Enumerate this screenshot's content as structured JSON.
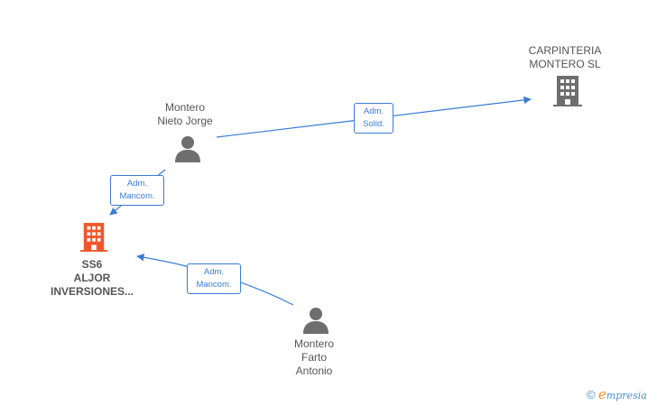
{
  "nodes": {
    "carpinteria": {
      "line1": "CARPINTERIA",
      "line2": "MONTERO SL",
      "type": "company",
      "color": "#6e6e6e"
    },
    "jorge": {
      "line1": "Montero",
      "line2": "Nieto Jorge",
      "type": "person",
      "color": "#6e6e6e"
    },
    "ss6": {
      "line1": "SS6",
      "line2": "ALJOR",
      "line3": "INVERSIONES...",
      "type": "company",
      "color": "#f0562a"
    },
    "antonio": {
      "line1": "Montero",
      "line2": "Farto",
      "line3": "Antonio",
      "type": "person",
      "color": "#6e6e6e"
    }
  },
  "edges": {
    "jorge_carpinteria": {
      "line1": "Adm.",
      "line2": "Solid."
    },
    "jorge_ss6": {
      "line1": "Adm.",
      "line2": "Mancom."
    },
    "antonio_ss6": {
      "line1": "Adm.",
      "line2": "Mancom."
    }
  },
  "colors": {
    "edge": "#3a7bd5",
    "brand_orange": "#f28b2a",
    "brand_blue": "#4a8fd8"
  },
  "brand": {
    "copyright": "©",
    "e_letter": "e",
    "name_rest": "mpresia"
  }
}
